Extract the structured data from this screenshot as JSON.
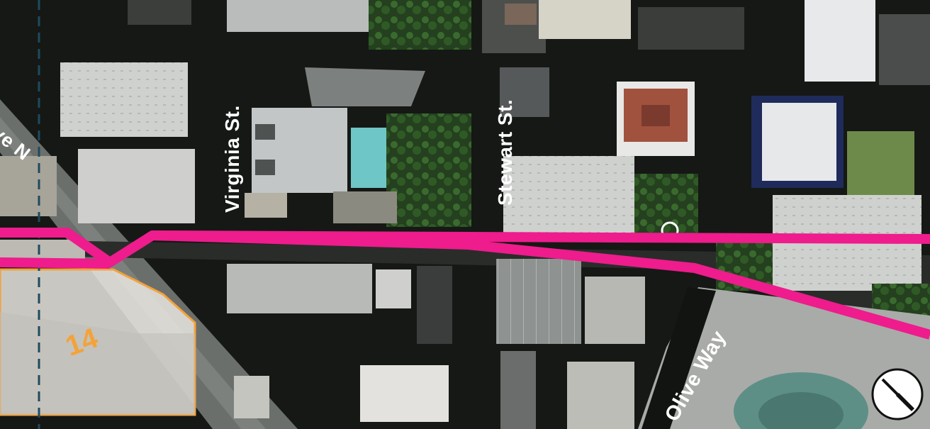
{
  "map": {
    "streets": {
      "virginia": "Virginia St.",
      "stewart": "Stewart St.",
      "olive": "Olive Way",
      "avenue_partial": "ve N"
    },
    "site_marker": "14",
    "colors": {
      "route": "#ee1c8c",
      "site_outline": "#f4a23a",
      "site_fill": "#ece8e2",
      "dashed_line": "#1f4a5e",
      "street_label": "#ffffff"
    },
    "icons": {
      "north_arrow": "compass-needle-icon"
    }
  }
}
